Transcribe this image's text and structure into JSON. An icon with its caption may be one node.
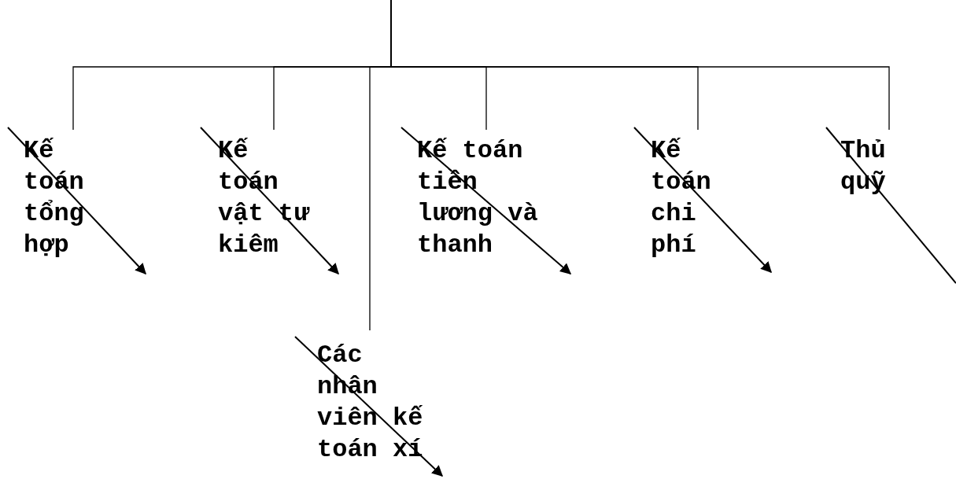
{
  "diagram": {
    "nodes": [
      {
        "text": [
          "Kế toán tổng hợp"
        ]
      },
      {
        "text": [
          "Kế toán vật tư kiêm"
        ]
      },
      {
        "text": [
          "Kế toán tiền lương và thanh"
        ]
      },
      {
        "text": [
          "Kế toán chi phí"
        ]
      },
      {
        "text": [
          "Thủ quỹ"
        ]
      },
      {
        "text": [
          "Các nhân viên kế toán xí"
        ]
      }
    ],
    "edges": [
      {
        "from": null,
        "to": 0,
        "arrow": "none"
      },
      {
        "from": null,
        "to": 1,
        "arrow": "none"
      },
      {
        "from": null,
        "to": 2,
        "arrow": "none"
      },
      {
        "from": null,
        "to": 3,
        "arrow": "none"
      },
      {
        "from": null,
        "to": 4,
        "arrow": "none"
      },
      {
        "from": null,
        "to": 5,
        "arrow": "none"
      }
    ]
  }
}
